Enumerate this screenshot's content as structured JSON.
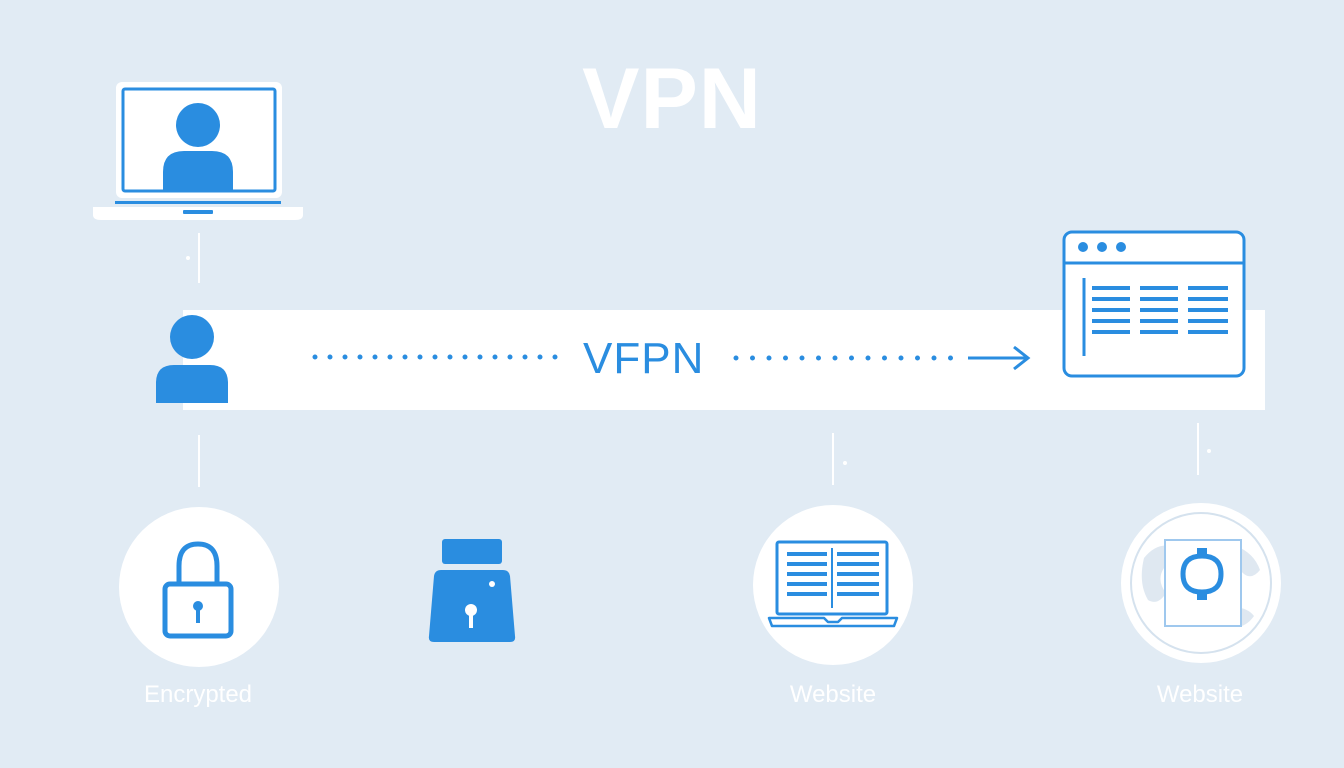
{
  "diagram": {
    "title": "VPN",
    "tunnel_label": "VFPN",
    "captions": [
      "Encrypted",
      "Website",
      "Website"
    ],
    "icons": [
      "laptop-user-icon",
      "user-icon",
      "browser-window-icon",
      "padlock-icon",
      "lock-box-icon",
      "laptop-document-icon",
      "globe-lock-icon"
    ],
    "colors": {
      "background": "#e1ebf4",
      "accent": "#2a8de0",
      "panel": "#ffffff"
    }
  }
}
